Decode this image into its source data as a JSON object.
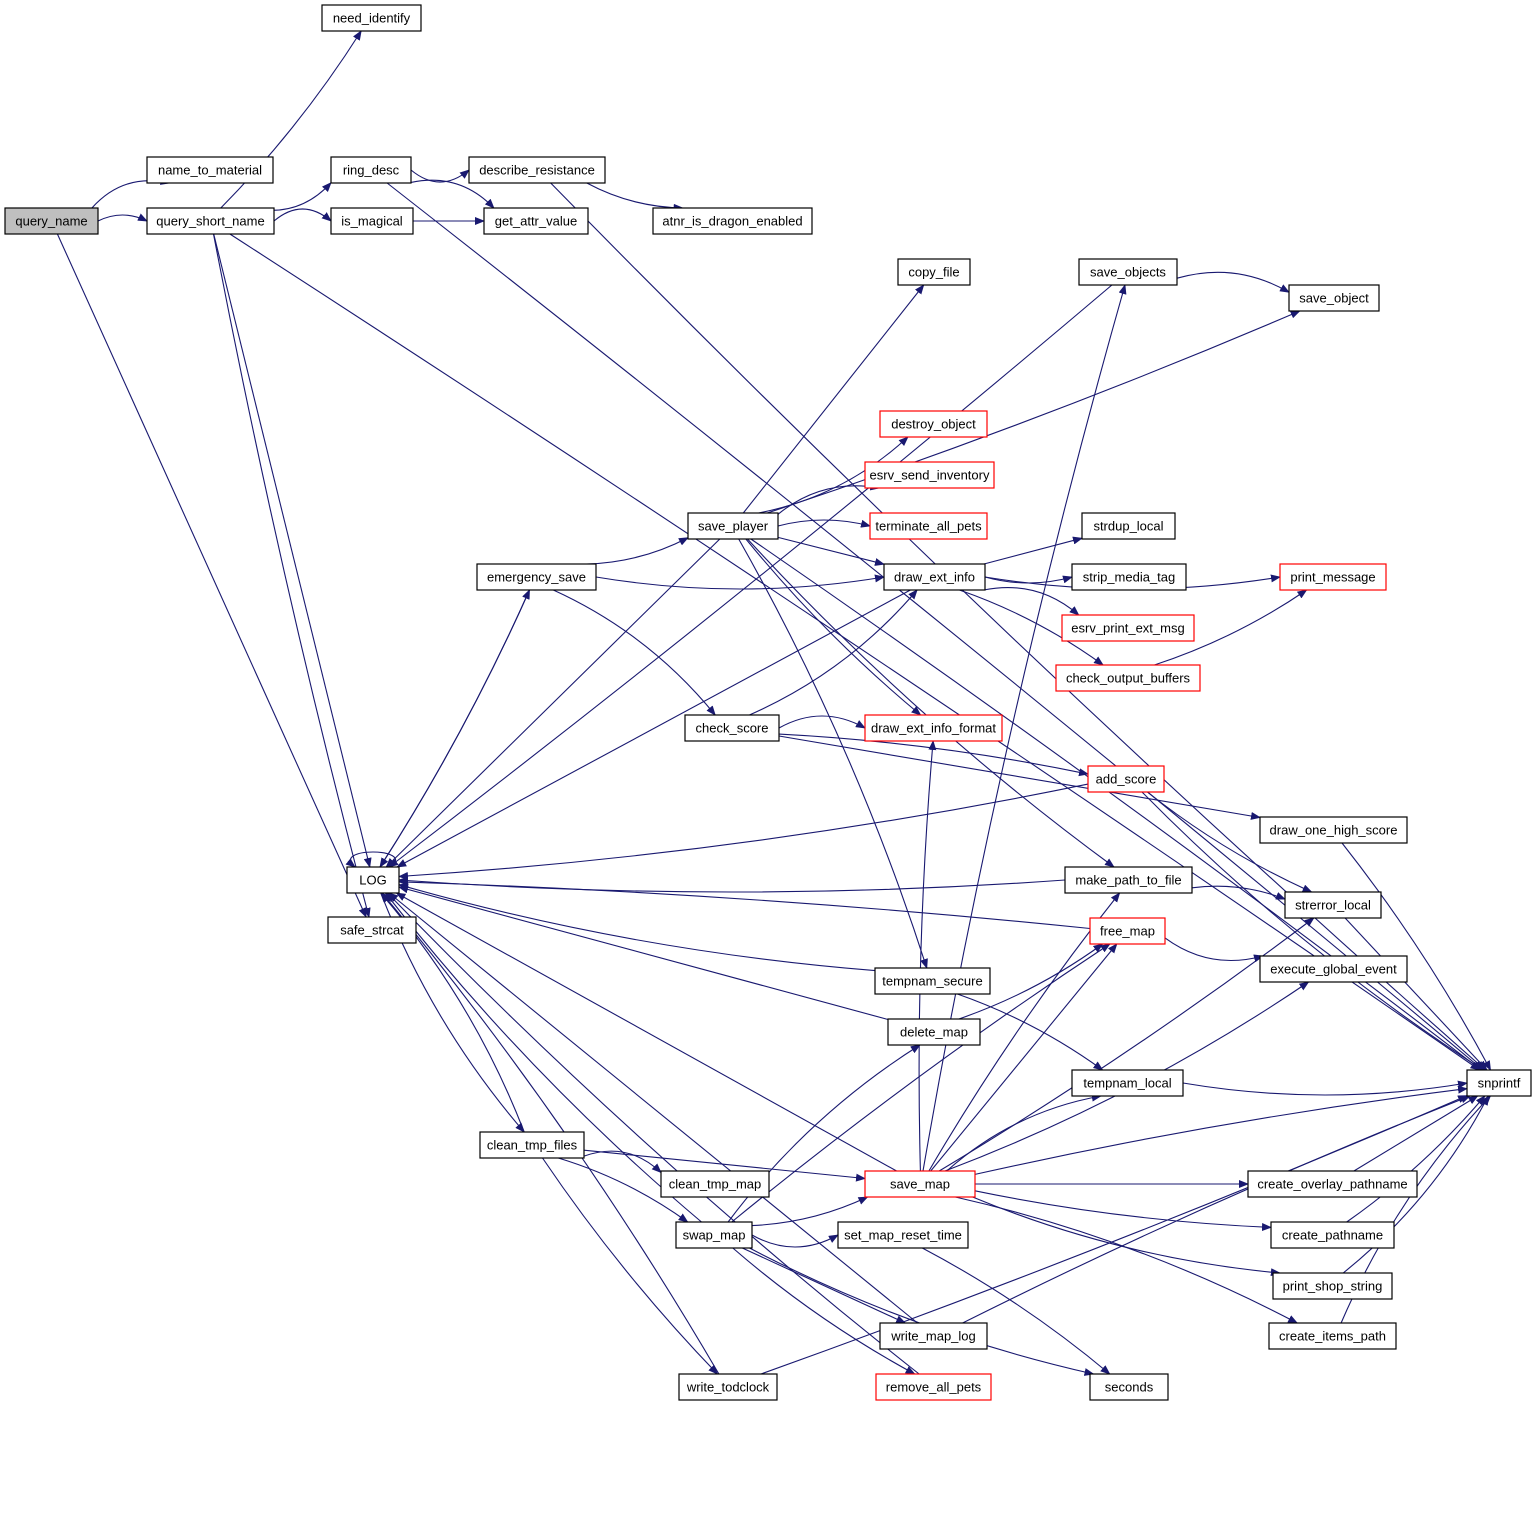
{
  "diagram": {
    "type": "call-graph",
    "colors": {
      "edge": "#191970",
      "node_border": "#000000",
      "node_border_truncated": "#ff0000",
      "root_fill": "#bfbfbf",
      "node_fill": "#ffffff"
    },
    "nodes": [
      {
        "id": "query_name",
        "label": "query_name",
        "style": "root"
      },
      {
        "id": "name_to_material",
        "label": "name_to_material",
        "style": "normal"
      },
      {
        "id": "query_short_name",
        "label": "query_short_name",
        "style": "normal"
      },
      {
        "id": "need_identify",
        "label": "need_identify",
        "style": "normal"
      },
      {
        "id": "ring_desc",
        "label": "ring_desc",
        "style": "normal"
      },
      {
        "id": "is_magical",
        "label": "is_magical",
        "style": "normal"
      },
      {
        "id": "describe_resistance",
        "label": "describe_resistance",
        "style": "normal"
      },
      {
        "id": "get_attr_value",
        "label": "get_attr_value",
        "style": "normal"
      },
      {
        "id": "atnr_is_dragon_enabled",
        "label": "atnr_is_dragon_enabled",
        "style": "normal"
      },
      {
        "id": "copy_file",
        "label": "copy_file",
        "style": "normal"
      },
      {
        "id": "save_objects",
        "label": "save_objects",
        "style": "normal"
      },
      {
        "id": "save_object",
        "label": "save_object",
        "style": "normal"
      },
      {
        "id": "destroy_object",
        "label": "destroy_object",
        "style": "truncated"
      },
      {
        "id": "esrv_send_inventory",
        "label": "esrv_send_inventory",
        "style": "truncated"
      },
      {
        "id": "terminate_all_pets",
        "label": "terminate_all_pets",
        "style": "truncated"
      },
      {
        "id": "save_player",
        "label": "save_player",
        "style": "normal"
      },
      {
        "id": "strdup_local",
        "label": "strdup_local",
        "style": "normal"
      },
      {
        "id": "emergency_save",
        "label": "emergency_save",
        "style": "normal"
      },
      {
        "id": "draw_ext_info",
        "label": "draw_ext_info",
        "style": "normal"
      },
      {
        "id": "strip_media_tag",
        "label": "strip_media_tag",
        "style": "normal"
      },
      {
        "id": "print_message",
        "label": "print_message",
        "style": "truncated"
      },
      {
        "id": "esrv_print_ext_msg",
        "label": "esrv_print_ext_msg",
        "style": "truncated"
      },
      {
        "id": "check_output_buffers",
        "label": "check_output_buffers",
        "style": "truncated"
      },
      {
        "id": "check_score",
        "label": "check_score",
        "style": "normal"
      },
      {
        "id": "draw_ext_info_format",
        "label": "draw_ext_info_format",
        "style": "truncated"
      },
      {
        "id": "add_score",
        "label": "add_score",
        "style": "truncated"
      },
      {
        "id": "draw_one_high_score",
        "label": "draw_one_high_score",
        "style": "normal"
      },
      {
        "id": "LOG",
        "label": "LOG",
        "style": "normal"
      },
      {
        "id": "make_path_to_file",
        "label": "make_path_to_file",
        "style": "normal"
      },
      {
        "id": "strerror_local",
        "label": "strerror_local",
        "style": "normal"
      },
      {
        "id": "safe_strcat",
        "label": "safe_strcat",
        "style": "normal"
      },
      {
        "id": "free_map",
        "label": "free_map",
        "style": "truncated"
      },
      {
        "id": "execute_global_event",
        "label": "execute_global_event",
        "style": "normal"
      },
      {
        "id": "tempnam_secure",
        "label": "tempnam_secure",
        "style": "normal"
      },
      {
        "id": "delete_map",
        "label": "delete_map",
        "style": "normal"
      },
      {
        "id": "tempnam_local",
        "label": "tempnam_local",
        "style": "normal"
      },
      {
        "id": "snprintf",
        "label": "snprintf",
        "style": "normal"
      },
      {
        "id": "clean_tmp_files",
        "label": "clean_tmp_files",
        "style": "normal"
      },
      {
        "id": "save_map",
        "label": "save_map",
        "style": "truncated"
      },
      {
        "id": "clean_tmp_map",
        "label": "clean_tmp_map",
        "style": "normal"
      },
      {
        "id": "create_overlay_pathname",
        "label": "create_overlay_pathname",
        "style": "normal"
      },
      {
        "id": "swap_map",
        "label": "swap_map",
        "style": "normal"
      },
      {
        "id": "set_map_reset_time",
        "label": "set_map_reset_time",
        "style": "normal"
      },
      {
        "id": "create_pathname",
        "label": "create_pathname",
        "style": "normal"
      },
      {
        "id": "print_shop_string",
        "label": "print_shop_string",
        "style": "normal"
      },
      {
        "id": "write_map_log",
        "label": "write_map_log",
        "style": "normal"
      },
      {
        "id": "create_items_path",
        "label": "create_items_path",
        "style": "normal"
      },
      {
        "id": "write_todclock",
        "label": "write_todclock",
        "style": "normal"
      },
      {
        "id": "remove_all_pets",
        "label": "remove_all_pets",
        "style": "truncated"
      },
      {
        "id": "seconds",
        "label": "seconds",
        "style": "normal"
      }
    ],
    "edges": [
      [
        "query_name",
        "name_to_material"
      ],
      [
        "query_name",
        "query_short_name"
      ],
      [
        "query_name",
        "safe_strcat"
      ],
      [
        "query_short_name",
        "need_identify"
      ],
      [
        "query_short_name",
        "ring_desc"
      ],
      [
        "query_short_name",
        "is_magical"
      ],
      [
        "query_short_name",
        "snprintf"
      ],
      [
        "query_short_name",
        "LOG"
      ],
      [
        "query_short_name",
        "safe_strcat"
      ],
      [
        "ring_desc",
        "describe_resistance"
      ],
      [
        "ring_desc",
        "get_attr_value"
      ],
      [
        "ring_desc",
        "snprintf"
      ],
      [
        "is_magical",
        "get_attr_value"
      ],
      [
        "describe_resistance",
        "atnr_is_dragon_enabled"
      ],
      [
        "describe_resistance",
        "snprintf"
      ],
      [
        "save_objects",
        "save_object"
      ],
      [
        "save_objects",
        "LOG"
      ],
      [
        "save_player",
        "copy_file"
      ],
      [
        "save_player",
        "save_object"
      ],
      [
        "save_player",
        "destroy_object"
      ],
      [
        "save_player",
        "esrv_send_inventory"
      ],
      [
        "save_player",
        "terminate_all_pets"
      ],
      [
        "save_player",
        "draw_ext_info"
      ],
      [
        "save_player",
        "draw_ext_info_format"
      ],
      [
        "save_player",
        "make_path_to_file"
      ],
      [
        "save_player",
        "tempnam_secure"
      ],
      [
        "save_player",
        "snprintf"
      ],
      [
        "save_player",
        "LOG"
      ],
      [
        "emergency_save",
        "save_player"
      ],
      [
        "emergency_save",
        "draw_ext_info"
      ],
      [
        "emergency_save",
        "check_score"
      ],
      [
        "emergency_save",
        "LOG"
      ],
      [
        "draw_ext_info",
        "strdup_local"
      ],
      [
        "draw_ext_info",
        "strip_media_tag"
      ],
      [
        "draw_ext_info",
        "print_message"
      ],
      [
        "draw_ext_info",
        "esrv_print_ext_msg"
      ],
      [
        "draw_ext_info",
        "check_output_buffers"
      ],
      [
        "draw_ext_info",
        "LOG"
      ],
      [
        "check_output_buffers",
        "print_message"
      ],
      [
        "check_score",
        "draw_ext_info"
      ],
      [
        "check_score",
        "draw_ext_info_format"
      ],
      [
        "check_score",
        "add_score"
      ],
      [
        "check_score",
        "draw_one_high_score"
      ],
      [
        "add_score",
        "strerror_local"
      ],
      [
        "add_score",
        "snprintf"
      ],
      [
        "add_score",
        "LOG"
      ],
      [
        "draw_one_high_score",
        "snprintf"
      ],
      [
        "LOG",
        "LOG"
      ],
      [
        "LOG",
        "emergency_save"
      ],
      [
        "LOG",
        "clean_tmp_files"
      ],
      [
        "make_path_to_file",
        "LOG"
      ],
      [
        "make_path_to_file",
        "strerror_local"
      ],
      [
        "strerror_local",
        "snprintf"
      ],
      [
        "free_map",
        "LOG"
      ],
      [
        "free_map",
        "execute_global_event"
      ],
      [
        "tempnam_secure",
        "LOG"
      ],
      [
        "tempnam_secure",
        "tempnam_local"
      ],
      [
        "delete_map",
        "LOG"
      ],
      [
        "delete_map",
        "free_map"
      ],
      [
        "tempnam_local",
        "snprintf"
      ],
      [
        "clean_tmp_files",
        "clean_tmp_map"
      ],
      [
        "clean_tmp_files",
        "swap_map"
      ],
      [
        "clean_tmp_files",
        "save_map"
      ],
      [
        "clean_tmp_files",
        "write_todclock"
      ],
      [
        "clean_tmp_files",
        "LOG"
      ],
      [
        "save_map",
        "save_objects"
      ],
      [
        "save_map",
        "make_path_to_file"
      ],
      [
        "save_map",
        "free_map"
      ],
      [
        "save_map",
        "strerror_local"
      ],
      [
        "save_map",
        "execute_global_event"
      ],
      [
        "save_map",
        "tempnam_local"
      ],
      [
        "save_map",
        "snprintf"
      ],
      [
        "save_map",
        "create_overlay_pathname"
      ],
      [
        "save_map",
        "create_pathname"
      ],
      [
        "save_map",
        "print_shop_string"
      ],
      [
        "save_map",
        "create_items_path"
      ],
      [
        "save_map",
        "draw_ext_info_format"
      ],
      [
        "save_map",
        "LOG"
      ],
      [
        "swap_map",
        "save_map"
      ],
      [
        "swap_map",
        "set_map_reset_time"
      ],
      [
        "swap_map",
        "delete_map"
      ],
      [
        "swap_map",
        "free_map"
      ],
      [
        "swap_map",
        "write_map_log"
      ],
      [
        "swap_map",
        "remove_all_pets"
      ],
      [
        "swap_map",
        "seconds"
      ],
      [
        "swap_map",
        "LOG"
      ],
      [
        "set_map_reset_time",
        "seconds"
      ],
      [
        "create_overlay_pathname",
        "snprintf"
      ],
      [
        "create_pathname",
        "snprintf"
      ],
      [
        "print_shop_string",
        "snprintf"
      ],
      [
        "create_items_path",
        "snprintf"
      ],
      [
        "write_map_log",
        "snprintf"
      ],
      [
        "write_map_log",
        "LOG"
      ],
      [
        "write_todclock",
        "snprintf"
      ],
      [
        "write_todclock",
        "LOG"
      ],
      [
        "remove_all_pets",
        "LOG"
      ]
    ]
  }
}
